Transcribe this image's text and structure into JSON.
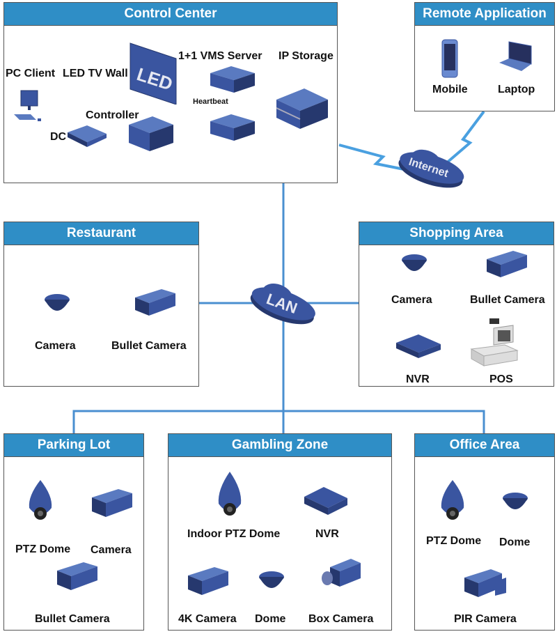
{
  "control_center": {
    "title": "Control Center",
    "pc_client": "PC Client",
    "led_tv_wall": "LED TV Wall",
    "led_text": "LED",
    "controller": "Controller",
    "dc": "DC",
    "vms_server": "1+1 VMS Server",
    "heartbeat": "Heartbeat",
    "ip_storage": "IP Storage"
  },
  "remote_application": {
    "title": "Remote Application",
    "mobile": "Mobile",
    "laptop": "Laptop"
  },
  "internet": {
    "label": "Internet"
  },
  "lan": {
    "label": "LAN"
  },
  "restaurant": {
    "title": "Restaurant",
    "camera": "Camera",
    "bullet_camera": "Bullet Camera"
  },
  "shopping_area": {
    "title": "Shopping Area",
    "camera": "Camera",
    "bullet_camera": "Bullet Camera",
    "nvr": "NVR",
    "pos": "POS"
  },
  "parking_lot": {
    "title": "Parking Lot",
    "ptz_dome": "PTZ Dome",
    "camera": "Camera",
    "bullet_camera": "Bullet Camera"
  },
  "gambling_zone": {
    "title": "Gambling Zone",
    "indoor_ptz_dome": "Indoor PTZ Dome",
    "nvr": "NVR",
    "camera_4k": "4K Camera",
    "dome": "Dome",
    "box_camera": "Box Camera"
  },
  "office_area": {
    "title": "Office Area",
    "ptz_dome": "PTZ Dome",
    "dome": "Dome",
    "pir_camera": "PIR Camera"
  },
  "colors": {
    "header": "#2f8ec6",
    "link": "#4a8fd0",
    "device": "#3a55a0",
    "device_dark": "#26386e"
  }
}
